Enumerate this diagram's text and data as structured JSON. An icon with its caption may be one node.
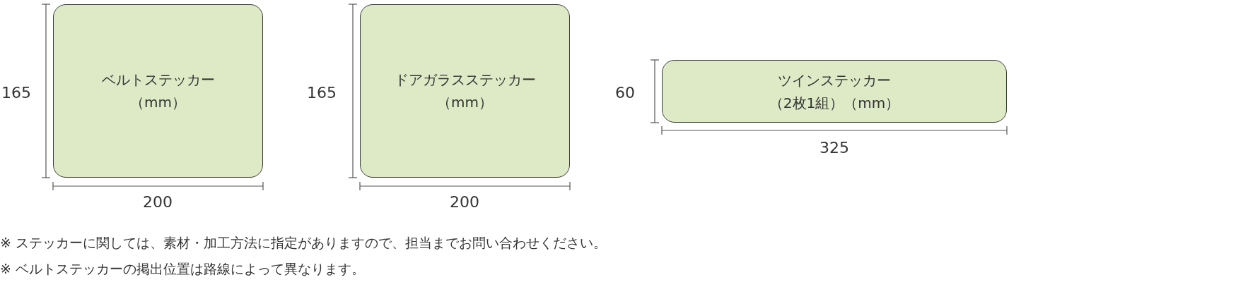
{
  "diagram": {
    "nodes": [
      {
        "text": [
          "ベルトステッカー",
          "（mm）"
        ]
      },
      {
        "text": [
          "ドアガラスステッカー",
          "（mm）"
        ]
      },
      {
        "text": [
          "ツインステッカー",
          "（2枚1組）（mm）"
        ]
      }
    ],
    "edges": [],
    "labels": [
      "165",
      "200",
      "165",
      "200",
      "60",
      "325",
      "※ ステッカーに関しては、素材・加工方法に指定がありますので、担当までお問い合わせください。",
      "※ ベルトステッカーの掲出位置は路線によって異なります。"
    ]
  }
}
